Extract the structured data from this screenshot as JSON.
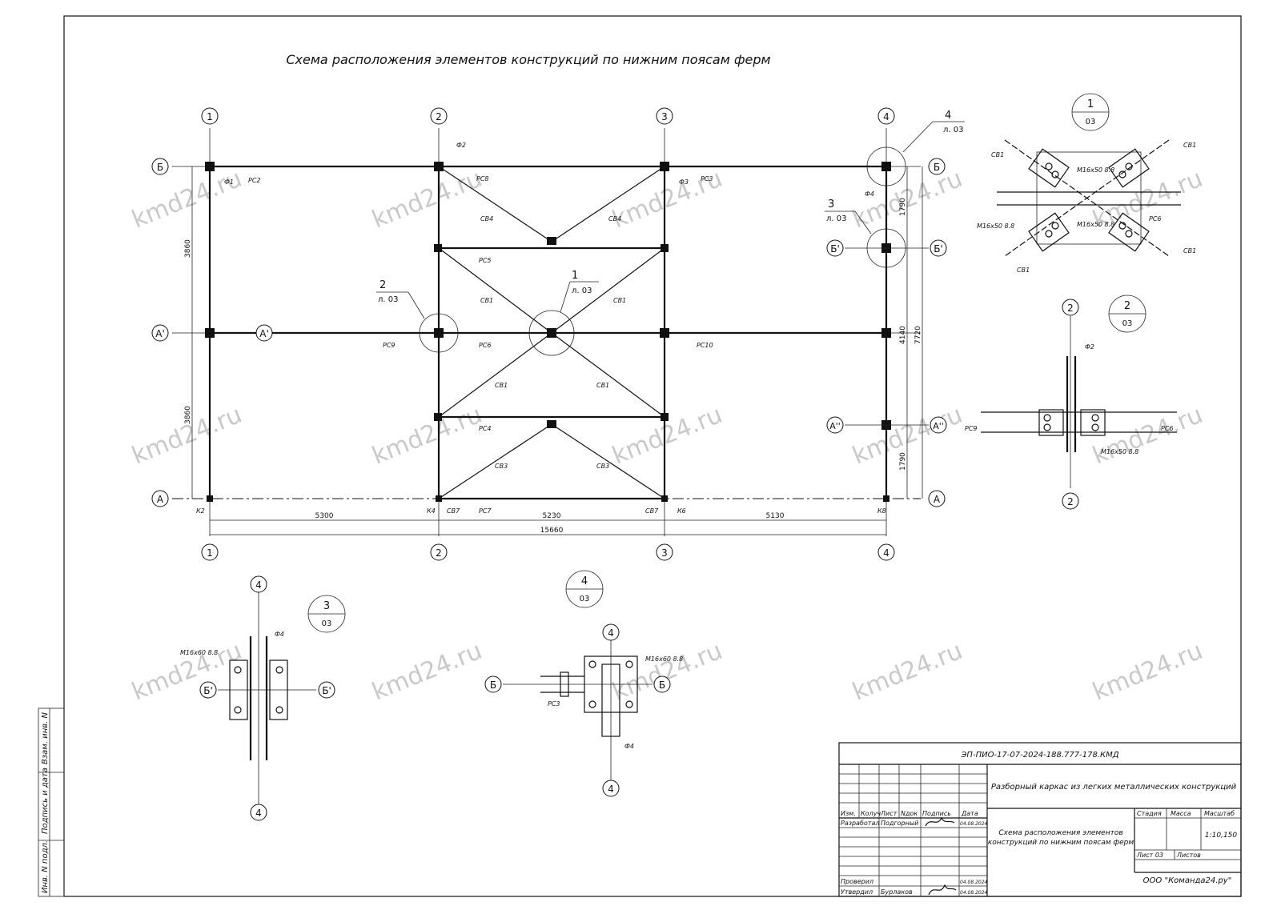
{
  "drawing_title": "Схема расположения элементов конструкций по нижним поясам ферм",
  "axes": {
    "cols": [
      "1",
      "2",
      "3",
      "4"
    ],
    "rows": [
      "Б",
      "Б'",
      "А'",
      "А''",
      "А"
    ]
  },
  "element_labels": [
    "РС2",
    "РС8",
    "РС3",
    "РС5",
    "РС6",
    "РС9",
    "РС10",
    "РС4",
    "РС7",
    "СВ4",
    "СВ1",
    "СВ3",
    "СВ7",
    "Ф1",
    "Ф2",
    "Ф3",
    "Ф4",
    "К2",
    "К4",
    "К6",
    "К8"
  ],
  "dimensions": {
    "bays": [
      "5300",
      "5230",
      "5130"
    ],
    "total": "15660",
    "left": [
      "3860",
      "3860"
    ],
    "right": [
      "1790",
      "4140",
      "1790"
    ],
    "right_total": "7720"
  },
  "callouts": {
    "c1": {
      "num": "1",
      "sheet": "л. 03"
    },
    "c2": {
      "num": "2",
      "sheet": "л. 03"
    },
    "c3": {
      "num": "3",
      "sheet": "л. 03"
    },
    "c4": {
      "num": "4",
      "sheet": "л. 03"
    }
  },
  "details": {
    "d1": {
      "num": "1",
      "sheet": "03",
      "bolts": "М16х50 8.8",
      "members": [
        "СВ1",
        "РС6"
      ]
    },
    "d2": {
      "num": "2",
      "sheet": "03",
      "bolts": "М16х50 8.8",
      "members": [
        "РС9",
        "РС6",
        "Ф2"
      ]
    },
    "d3": {
      "num": "3",
      "sheet": "03",
      "bolts": "М16х60 8.8",
      "members": [
        "Ф4"
      ]
    },
    "d4": {
      "num": "4",
      "sheet": "03",
      "bolts": "М16х60 8.8",
      "members": [
        "РС3",
        "Ф4"
      ]
    }
  },
  "side_stamp": [
    "Взам. инв. N",
    "Подпись и дата",
    "Инв. N подл."
  ],
  "title_block": {
    "doc_code": "ЭП-ПИО-17-07-2024-188.777-178.КМД",
    "project": "Разборный каркас из легких металлических конструкций",
    "sheet_title_1": "Схема расположения элементов",
    "sheet_title_2": "конструкций по нижним поясам ферм",
    "col_headers": [
      "Изм.",
      "Колуч",
      "Лист",
      "Nдок",
      "Подпись",
      "Дата"
    ],
    "stage": "Стадия",
    "mass": "Масса",
    "scale_label": "Масштаб",
    "scale_value": "1:10,150",
    "sheet_no": "Лист 03",
    "sheets": "Листов",
    "company": "ООО \"Команда24.ру\"",
    "roles": [
      {
        "role": "Разработал",
        "name": "Подгорный",
        "date": "04.08.2024"
      },
      {
        "role": "Проверил",
        "name": "",
        "date": "04.08.2024"
      },
      {
        "role": "Утвердил",
        "name": "Бурлаков",
        "date": "04.08.2024"
      }
    ]
  },
  "watermark": "kmd24.ru"
}
